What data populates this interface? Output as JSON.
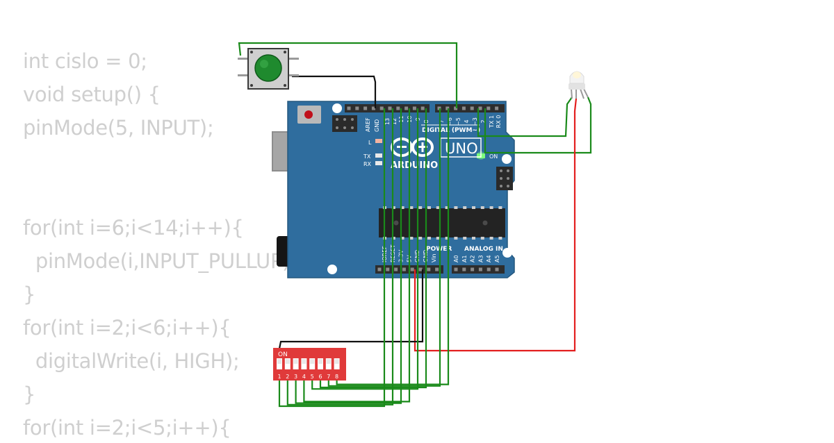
{
  "code_lines": [
    "int cislo = 0;",
    "void setup() {",
    "pinMode(5, INPUT);",
    "",
    "",
    "for(int i=6;i<14;i++){",
    "  pinMode(i,INPUT_PULLUP);",
    "}",
    "for(int i=2;i<6;i++){",
    "  digitalWrite(i, HIGH);",
    "}",
    "for(int i=2;i<5;i++){"
  ],
  "board": {
    "name": "UNO",
    "brand": "ARDUINO",
    "digital_header": "DIGITAL (PWM~)",
    "power_header": "POWER",
    "analog_header": "ANALOG IN",
    "aref": "AREF",
    "gnd": "GND",
    "led_l": "L",
    "led_tx": "TX",
    "led_rx": "RX",
    "led_on": "ON",
    "digital_pins": [
      "13",
      "12",
      "~11",
      "~10",
      "~9",
      "8",
      "7",
      "~6",
      "~5",
      "4",
      "~3",
      "2",
      "TX 1",
      "RX 0"
    ],
    "power_pins": [
      "IOREF",
      "RESET",
      "3.3V",
      "5V",
      "GND",
      "GND",
      "Vin"
    ],
    "analog_pins": [
      "A0",
      "A1",
      "A2",
      "A3",
      "A4",
      "A5"
    ]
  },
  "dip_switch": {
    "on_label": "ON",
    "numbers": [
      "1",
      "2",
      "3",
      "4",
      "5",
      "6",
      "7",
      "8"
    ]
  },
  "colors": {
    "board": "#2f6d9e",
    "header": "#2d2d2d",
    "wire_green": "#1a8a1a",
    "wire_black": "#111111",
    "wire_red": "#e31e1e",
    "dip_body": "#e03a3a",
    "button_cap": "#1f8a2e",
    "code_text": "#cfcfcf"
  }
}
